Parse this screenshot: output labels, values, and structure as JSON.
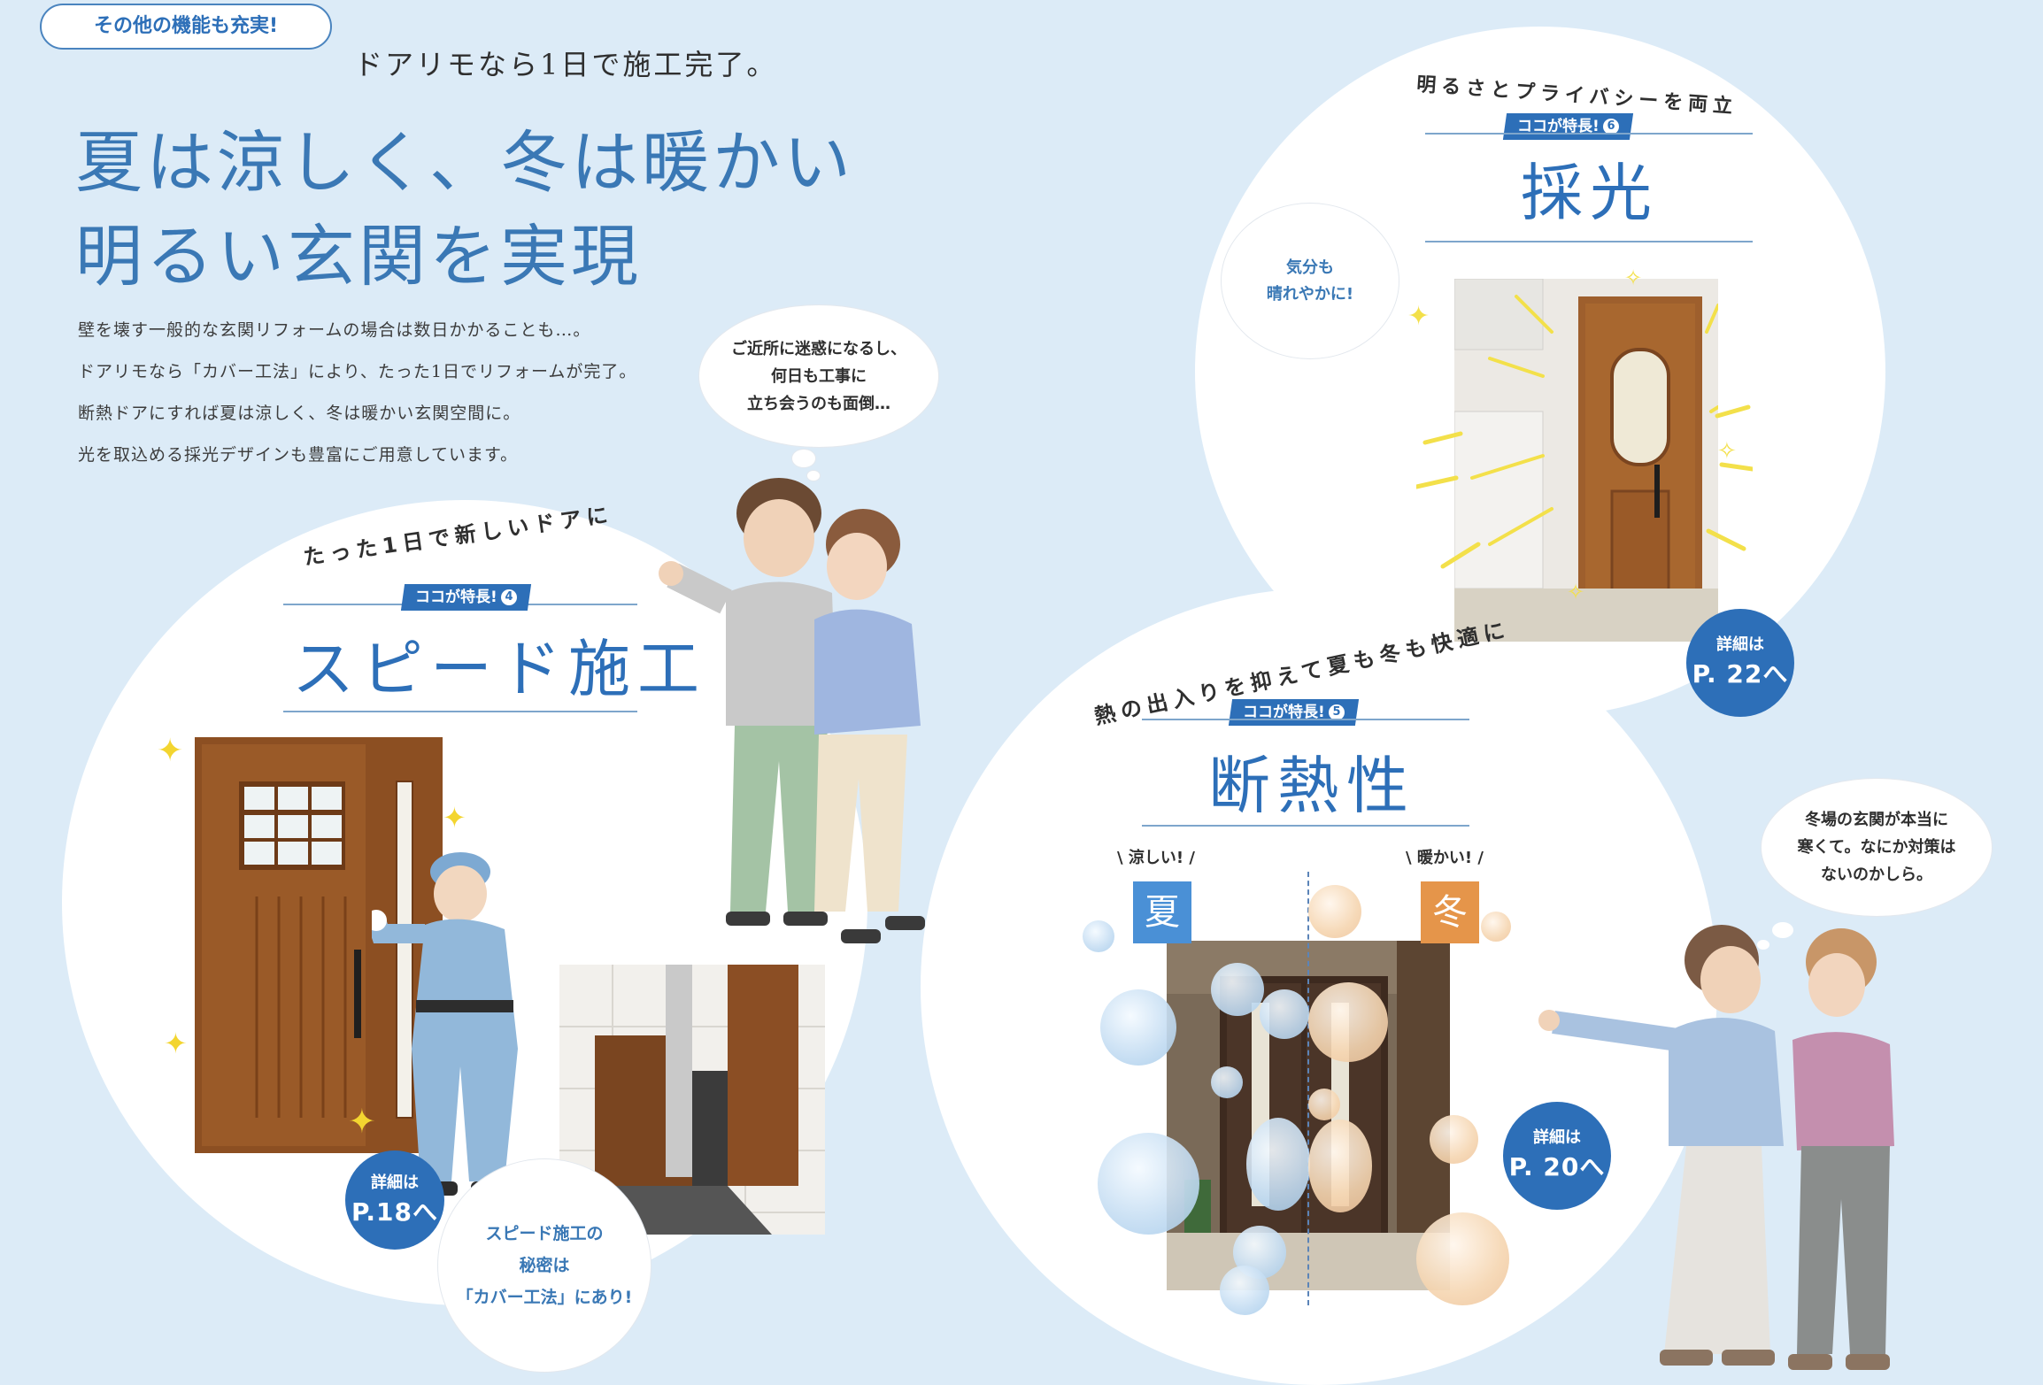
{
  "header": {
    "tag": "その他の機能も充実!",
    "subtitle": "ドアリモなら1日で施工完了。",
    "title_line1": "夏は涼しく、冬は暖かい",
    "title_line2": "明るい玄関を実現"
  },
  "intro": {
    "lines": [
      "壁を壊す一般的な玄関リフォームの場合は数日かかることも…。",
      "ドアリモなら「カバー工法」により、たった1日でリフォームが完了。",
      "断熱ドアにすれば夏は涼しく、冬は暖かい玄関空間に。",
      "光を取込める採光デザインも豊富にご用意しています。"
    ]
  },
  "feature_speed": {
    "catch": "たった1日で新しいドアに",
    "tag": "ココが特長!",
    "tag_num": "4",
    "title": "スピード施工",
    "detail_label": "詳細は",
    "detail_page": "P.18へ",
    "note_lines": [
      "スピード施工の",
      "秘密は",
      "「カバー工法」にあり!"
    ]
  },
  "couple_bubble": {
    "lines": [
      "ご近所に迷惑になるし、",
      "何日も工事に",
      "立ち会うのも面倒…"
    ]
  },
  "feature_light": {
    "catch": "明るさとプライバシーを両立",
    "tag": "ココが特長!",
    "tag_num": "6",
    "title": "採光",
    "bubble_lines": [
      "気分も",
      "晴れやかに!"
    ],
    "detail_label": "詳細は",
    "detail_page": "P. 22へ"
  },
  "feature_insulation": {
    "catch": "熱の出入りを抑えて夏も冬も快適に",
    "tag": "ココが特長!",
    "tag_num": "5",
    "title": "断熱性",
    "cool_label": "涼しい!",
    "warm_label": "暖かい!",
    "summer": "夏",
    "winter": "冬",
    "detail_label": "詳細は",
    "detail_page": "P. 20へ"
  },
  "women_bubble": {
    "lines": [
      "冬場の玄関が本当に",
      "寒くて。なにか対策は",
      "ないのかしら。"
    ]
  },
  "colors": {
    "background": "#dcebf7",
    "accent": "#2d6fb8",
    "summer": "#4a90d6",
    "winter": "#e5954a",
    "sparkle": "#f3e04a"
  }
}
